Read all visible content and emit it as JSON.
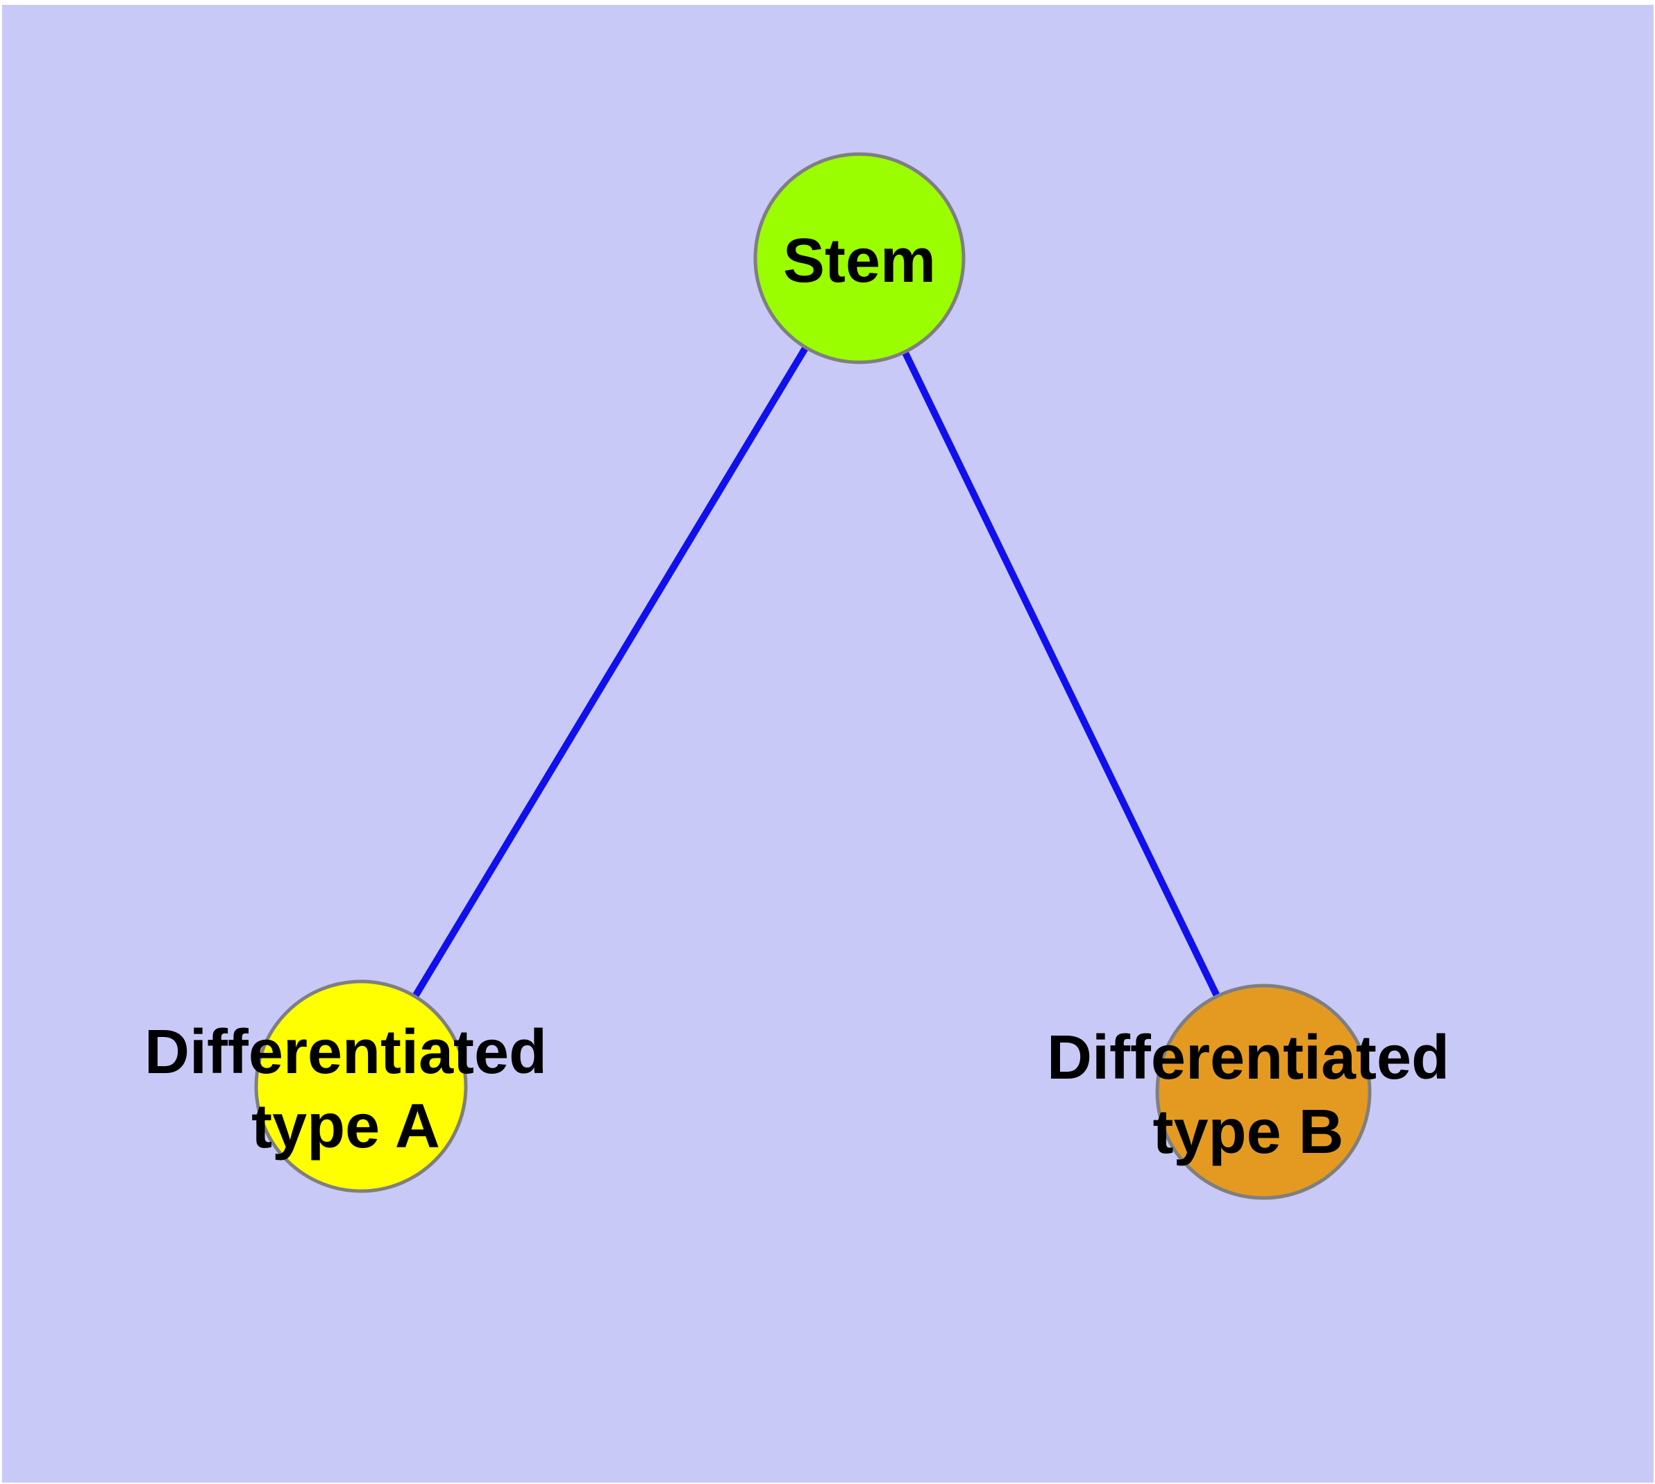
{
  "diagram": {
    "type": "node-edge-graph",
    "page_background": "#ffffff",
    "canvas_background": "#c9c9f8",
    "text_color": "#000000",
    "node_border_color": "#7f7f7f",
    "edge_color": "#1010ee",
    "nodes": [
      {
        "id": "stem",
        "label": "Stem",
        "label_lines": [
          "Stem"
        ],
        "fill": "#9bfe00",
        "stroke": "#7f7f7f"
      },
      {
        "id": "differentiated-type-a",
        "label": "Differentiated type A",
        "label_lines": [
          "Differentiated",
          "type A"
        ],
        "fill": "#ffff00",
        "stroke": "#7f7f7f"
      },
      {
        "id": "differentiated-type-b",
        "label": "Differentiated type B",
        "label_lines": [
          "Differentiated",
          "type B"
        ],
        "fill": "#e49a21",
        "stroke": "#7f7f7f"
      }
    ],
    "edges": [
      {
        "from": "stem",
        "to": "differentiated-type-a",
        "color": "#1010ee"
      },
      {
        "from": "stem",
        "to": "differentiated-type-b",
        "color": "#1010ee"
      }
    ]
  }
}
